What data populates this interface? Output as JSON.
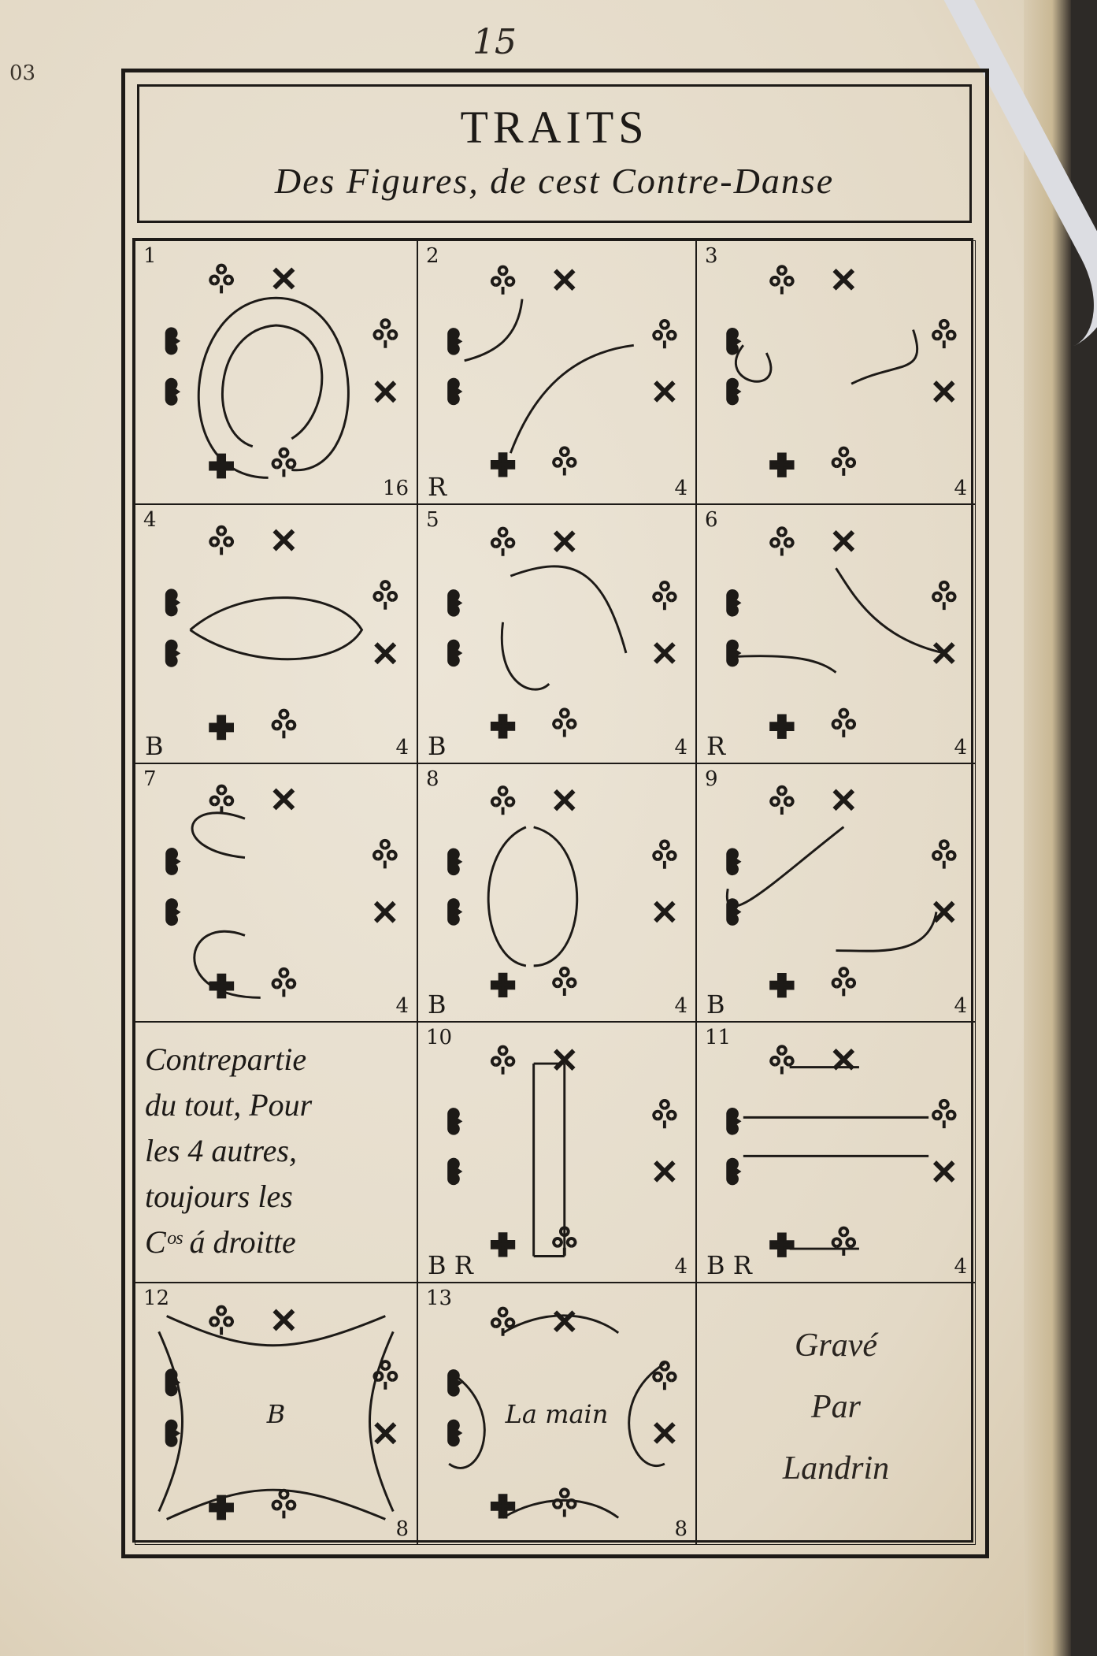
{
  "page_number": "15",
  "margin_note": "03",
  "title": "TRAITS",
  "subtitle": "Des Figures, de cest Contre-Danse",
  "cells": [
    {
      "number": "1",
      "letter": "",
      "count": "16"
    },
    {
      "number": "2",
      "letter": "R",
      "count": "4"
    },
    {
      "number": "3",
      "letter": "",
      "count": "4"
    },
    {
      "number": "4",
      "letter": "B",
      "count": "4"
    },
    {
      "number": "5",
      "letter": "B",
      "count": "4"
    },
    {
      "number": "6",
      "letter": "R",
      "count": "4"
    },
    {
      "number": "7",
      "letter": "",
      "count": "4"
    },
    {
      "number": "8",
      "letter": "B",
      "count": "4"
    },
    {
      "number": "9",
      "letter": "B",
      "count": "4"
    },
    {
      "number": "10",
      "letter": "B R",
      "count": "4"
    },
    {
      "number": "11",
      "letter": "B R",
      "count": "4"
    },
    {
      "number": "12",
      "letter": "",
      "count": "8",
      "center": "B"
    },
    {
      "number": "13",
      "letter": "",
      "count": "8",
      "center": "La main"
    }
  ],
  "note_lines": [
    "Contrepartie",
    "du tout, Pour",
    "les 4 autres,",
    "toujours les",
    "Cᵒˢ á droitte"
  ],
  "engraver_lines": [
    "Gravé",
    "Par",
    "Landrin"
  ]
}
